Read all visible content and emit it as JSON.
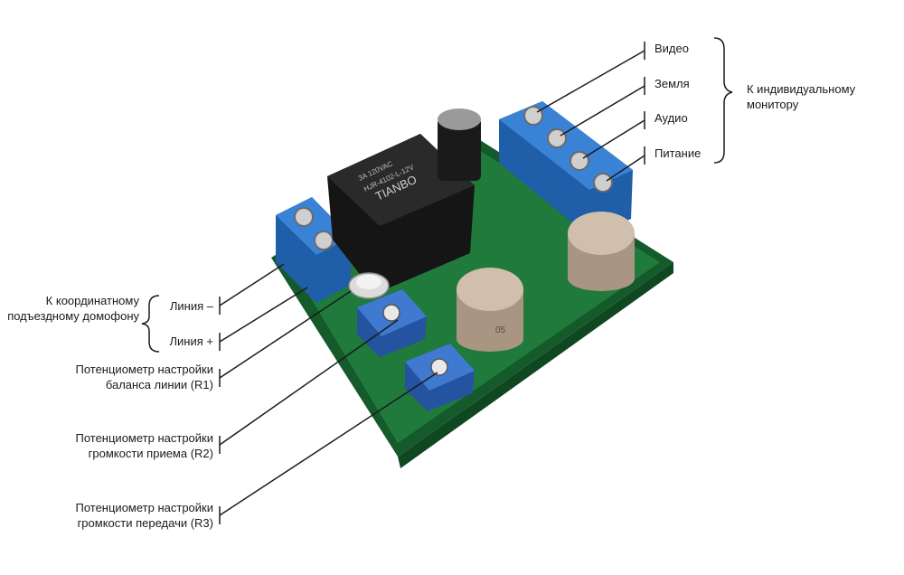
{
  "right_group": {
    "items": [
      "Видео",
      "Земля",
      "Аудио",
      "Питание"
    ],
    "target": "К индивидуальному монитору"
  },
  "left_group": {
    "target": "К координатному подъездному домофону",
    "items": [
      "Линия –",
      "Линия +"
    ]
  },
  "potentiometers": [
    "Потенциометр настройки баланса линии (R1)",
    "Потенциометр настройки громкости приема (R2)",
    "Потенциометр настройки громкости передачи (R3)"
  ],
  "board_markings": {
    "relay_brand": "TIANBO",
    "relay_model": "HJR-4102-L-12V",
    "relay_rating": "3A 120VAC",
    "transistor_code": "05"
  },
  "colors": {
    "pcb": "#1f7a3c",
    "terminal": "#2a6fc4",
    "relay": "#1c1c1c",
    "trimmer": "#2f64b8",
    "can": "#c2b09c"
  }
}
